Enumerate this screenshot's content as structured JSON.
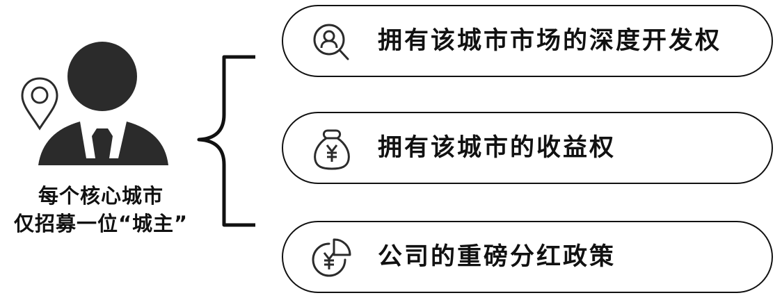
{
  "left": {
    "icons": {
      "person": "businessman-icon",
      "pin": "location-pin-icon"
    },
    "caption_line1": "每个核心城市",
    "caption_line2": "仅招募一位“城主”"
  },
  "connector": "curly-brace",
  "items": [
    {
      "icon": "user-search-icon",
      "label": "拥有该城市市场的深度开发权"
    },
    {
      "icon": "money-bag-yen-icon",
      "label": "拥有该城市的收益权"
    },
    {
      "icon": "yen-pie-chart-icon",
      "label": "公司的重磅分红政策"
    }
  ],
  "colors": {
    "icon_fill": "#2b2b2b",
    "stroke": "#111111",
    "background": "#ffffff"
  }
}
